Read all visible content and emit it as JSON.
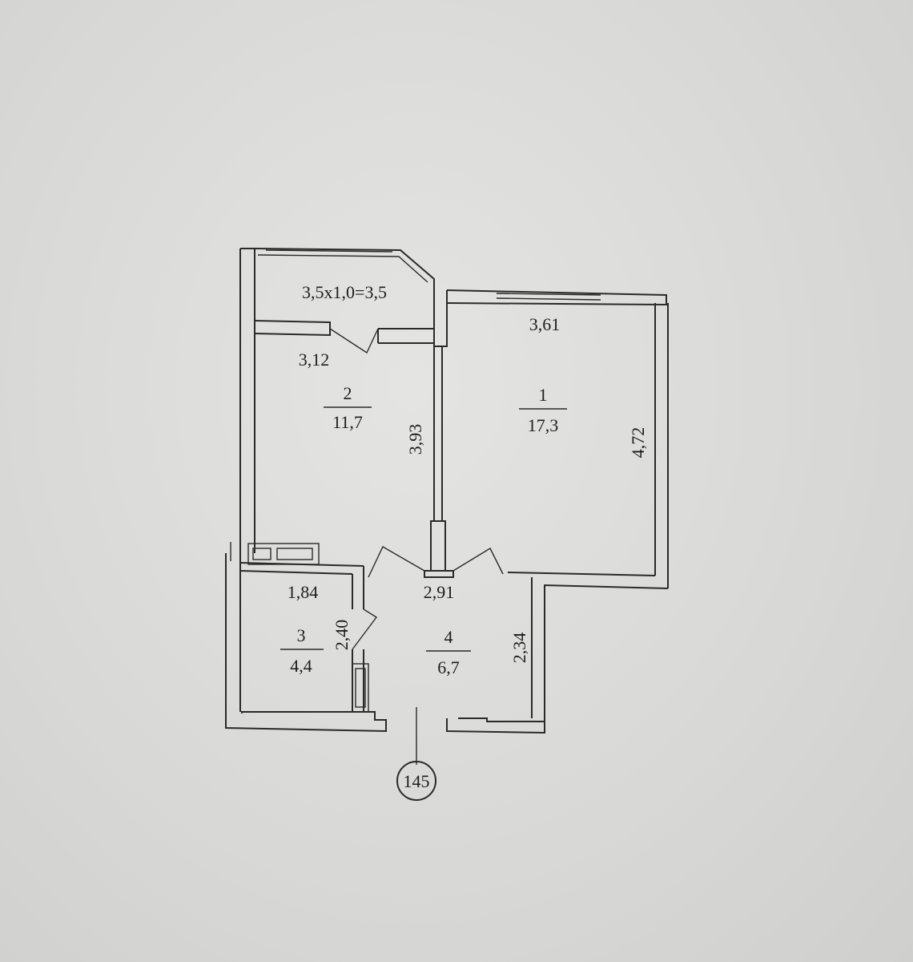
{
  "plan": {
    "balcony": {
      "formula": "3,5x1,0=3,5"
    },
    "rooms": [
      {
        "number": "1",
        "area": "17,3",
        "width": "3,61",
        "length": "4,72"
      },
      {
        "number": "2",
        "area": "11,7",
        "width": "3,12",
        "length": "3,93"
      },
      {
        "number": "3",
        "area": "4,4",
        "width": "1,84",
        "length": "2,40"
      },
      {
        "number": "4",
        "area": "6,7",
        "width": "2,91",
        "length": "2,34"
      }
    ],
    "apartment_number": "145"
  },
  "colors": {
    "ink": "#2a2a2a",
    "paper": "#dddddb"
  }
}
